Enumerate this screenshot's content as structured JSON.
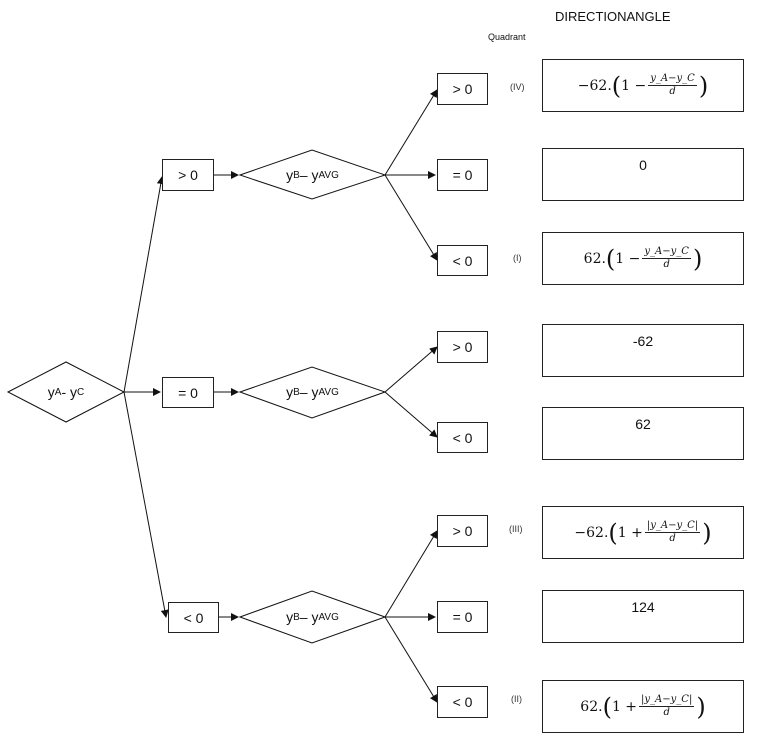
{
  "header": {
    "title": "DIRECTIONANGLE",
    "quadrant_label": "Quadrant"
  },
  "root": {
    "label_main": "y",
    "sub_a": "A",
    "sep": " - y",
    "sub_c": "C"
  },
  "level1": [
    {
      "label": "> 0"
    },
    {
      "label": "= 0"
    },
    {
      "label": "< 0"
    }
  ],
  "decision": {
    "main": "y",
    "sub_b": "B",
    "sep": " – y",
    "sub_avg": "AVG"
  },
  "level2": [
    {
      "label": "> 0"
    },
    {
      "label": "= 0"
    },
    {
      "label": "< 0"
    },
    {
      "label": "> 0"
    },
    {
      "label": "< 0"
    },
    {
      "label": "> 0"
    },
    {
      "label": "= 0"
    },
    {
      "label": "< 0"
    }
  ],
  "quadrants": [
    {
      "label": "(IV)"
    },
    {
      "label": "(I)"
    },
    {
      "label": "(III)"
    },
    {
      "label": "(II)"
    }
  ],
  "results": [
    {
      "prefix": "−62.",
      "op": "1 −",
      "num": "y_A−y_C",
      "den": "d"
    },
    {
      "text": "0"
    },
    {
      "prefix": "62.",
      "op": "1 −",
      "num": "y_A−y_C",
      "den": "d"
    },
    {
      "text": "-62"
    },
    {
      "text": "62"
    },
    {
      "prefix": "−62.",
      "op": "1 +",
      "num": "|y_A−y_C|",
      "den": "d"
    },
    {
      "text": "124"
    },
    {
      "prefix": "62.",
      "op": "1 +",
      "num": "|y_A−y_C|",
      "den": "d"
    }
  ]
}
